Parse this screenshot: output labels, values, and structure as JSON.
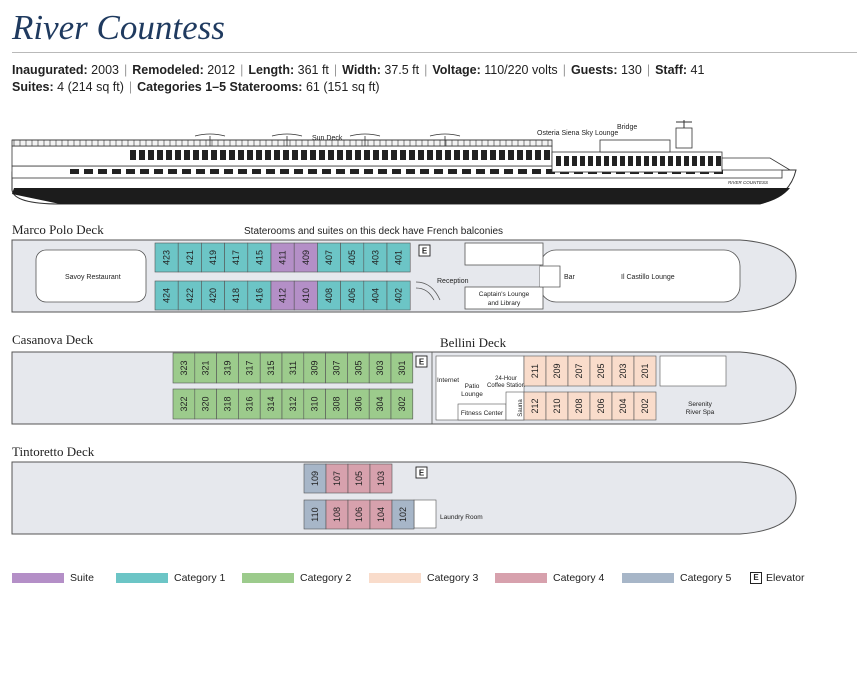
{
  "title": "River Countess",
  "stats_line1": [
    {
      "label": "Inaugurated:",
      "value": "2003"
    },
    {
      "label": "Remodeled:",
      "value": "2012"
    },
    {
      "label": "Length:",
      "value": "361 ft"
    },
    {
      "label": "Width:",
      "value": "37.5 ft"
    },
    {
      "label": "Voltage:",
      "value": "110/220 volts"
    },
    {
      "label": "Guests:",
      "value": "130"
    },
    {
      "label": "Staff:",
      "value": "41"
    }
  ],
  "stats_line2": [
    {
      "label": "Suites:",
      "value": "4 (214 sq ft)"
    },
    {
      "label": "Categories 1–5 Staterooms:",
      "value": "61 (151 sq ft)"
    }
  ],
  "profile": {
    "sun_deck": "Sun Deck",
    "sky_lounge": "Osteria Siena Sky Lounge",
    "bridge": "Bridge",
    "hull_name": "RIVER COUNTESS"
  },
  "colors": {
    "suite": "#b48fc7",
    "cat1": "#6cc5c6",
    "cat2": "#9ccb8c",
    "cat3": "#f9dccb",
    "cat4": "#d7a1ad",
    "cat5": "#a7b6c8",
    "hull": "#e6e8ed",
    "outline": "#555555"
  },
  "decks": {
    "marco_polo": {
      "name": "Marco Polo Deck",
      "note": "Staterooms and suites on this deck have French balconies",
      "top": [
        {
          "n": "423",
          "c": "cat1"
        },
        {
          "n": "421",
          "c": "cat1"
        },
        {
          "n": "419",
          "c": "cat1"
        },
        {
          "n": "417",
          "c": "cat1"
        },
        {
          "n": "415",
          "c": "cat1"
        },
        {
          "n": "411",
          "c": "suite"
        },
        {
          "n": "409",
          "c": "suite"
        },
        {
          "n": "407",
          "c": "cat1"
        },
        {
          "n": "405",
          "c": "cat1"
        },
        {
          "n": "403",
          "c": "cat1"
        },
        {
          "n": "401",
          "c": "cat1"
        }
      ],
      "bottom": [
        {
          "n": "424",
          "c": "cat1"
        },
        {
          "n": "422",
          "c": "cat1"
        },
        {
          "n": "420",
          "c": "cat1"
        },
        {
          "n": "418",
          "c": "cat1"
        },
        {
          "n": "416",
          "c": "cat1"
        },
        {
          "n": "412",
          "c": "suite"
        },
        {
          "n": "410",
          "c": "suite"
        },
        {
          "n": "408",
          "c": "cat1"
        },
        {
          "n": "406",
          "c": "cat1"
        },
        {
          "n": "404",
          "c": "cat1"
        },
        {
          "n": "402",
          "c": "cat1"
        }
      ],
      "labels": {
        "restaurant": "Savoy Restaurant",
        "reception": "Reception",
        "captain_lounge_1": "Captain's Lounge",
        "captain_lounge_2": "and Library",
        "bar": "Bar",
        "lounge": "Il Castillo Lounge"
      }
    },
    "casanova": {
      "name": "Casanova Deck",
      "top": [
        "323",
        "321",
        "319",
        "317",
        "315",
        "311",
        "309",
        "307",
        "305",
        "303",
        "301"
      ],
      "bottom": [
        "322",
        "320",
        "318",
        "316",
        "314",
        "312",
        "310",
        "308",
        "306",
        "304",
        "302"
      ],
      "category": "cat2"
    },
    "bellini": {
      "name": "Bellini Deck",
      "top": [
        "211",
        "209",
        "207",
        "205",
        "203",
        "201"
      ],
      "bottom": [
        "212",
        "210",
        "208",
        "206",
        "204",
        "202"
      ],
      "category": "cat3",
      "labels": {
        "internet": "Internet",
        "patio_1": "Patio",
        "patio_2": "Lounge",
        "coffee_1": "24-Hour",
        "coffee_2": "Coffee Station",
        "fitness": "Fitness Center",
        "sauna": "Sauna",
        "spa_1": "Serenity",
        "spa_2": "River Spa"
      }
    },
    "tintoretto": {
      "name": "Tintoretto Deck",
      "top": [
        {
          "n": "109",
          "c": "cat5"
        },
        {
          "n": "107",
          "c": "cat4"
        },
        {
          "n": "105",
          "c": "cat4"
        },
        {
          "n": "103",
          "c": "cat4"
        }
      ],
      "bottom": [
        {
          "n": "110",
          "c": "cat5"
        },
        {
          "n": "108",
          "c": "cat4"
        },
        {
          "n": "106",
          "c": "cat4"
        },
        {
          "n": "104",
          "c": "cat4"
        },
        {
          "n": "102",
          "c": "cat5"
        }
      ],
      "labels": {
        "laundry": "Laundry Room"
      }
    }
  },
  "elevator_letter": "E",
  "legend": [
    {
      "key": "suite",
      "label": "Suite"
    },
    {
      "key": "cat1",
      "label": "Category 1"
    },
    {
      "key": "cat2",
      "label": "Category 2"
    },
    {
      "key": "cat3",
      "label": "Category 3"
    },
    {
      "key": "cat4",
      "label": "Category 4"
    },
    {
      "key": "cat5",
      "label": "Category 5"
    }
  ],
  "legend_elevator_label": "Elevator"
}
